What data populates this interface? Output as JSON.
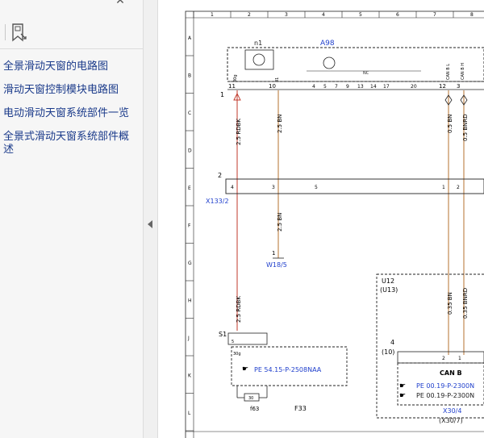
{
  "sidebar": {
    "close_glyph": "✕",
    "toolbar_icon": "bookmark-icon",
    "outline_items": [
      {
        "label": "全景滑动天窗的电路图"
      },
      {
        "label": "滑动天窗控制模块电路图"
      },
      {
        "label": "电动滑动天窗系统部件一览"
      },
      {
        "label": "全景式滑动天窗系统部件概述"
      }
    ]
  },
  "diagram": {
    "column_numbers": [
      "1",
      "2",
      "3",
      "4",
      "5",
      "6",
      "7",
      "8"
    ],
    "row_letters": [
      "A",
      "B",
      "C",
      "D",
      "E",
      "F",
      "G",
      "H",
      "J",
      "K",
      "L"
    ],
    "module_a98": "A98",
    "module_n1": "n1",
    "pin_labels": [
      "11",
      "10",
      "4",
      "5",
      "7",
      "9",
      "13",
      "14",
      "17",
      "20",
      "12",
      "3"
    ],
    "pin_tags": [
      "30g",
      "31"
    ],
    "can_tags": [
      "CAN B L",
      "CAN B H"
    ],
    "nc_label": "NC",
    "ref_1": "1",
    "ref_2": "2",
    "wire_rdbk": "2.5 RDBK",
    "wire_bn": "2.5 BN",
    "wire_bn2": "2.5 BN",
    "wire_rdbk2": "2.5 RDBK",
    "wire_can_bn": "0.5 BN",
    "wire_can_bnrd": "0.5 BNRD",
    "wire_can_bn2": "0.35 BN",
    "wire_can_bnrd2": "0.35 BNRD",
    "connector_x133": "X133/2",
    "conn_pins": [
      "4",
      "3",
      "5",
      "1",
      "2"
    ],
    "ground_w18": "W18/5",
    "ground_pin": "1",
    "u12": "U12",
    "u13": "(U13)",
    "s1": "S1",
    "s1_pins": [
      "5",
      "30g"
    ],
    "pe_f33": "PE 54.15-P-2508NAA",
    "fuse_label": "30",
    "f63": "f63",
    "f33": "F33",
    "node4": "4",
    "node10": "(10)",
    "can_b": "CAN B",
    "can_pins": [
      "2",
      "1"
    ],
    "pe_can1": "PE 00.19-P-2300N",
    "pe_can2": "PE 00.19-P-2300N",
    "x30_4": "X30/4",
    "x30_7": "(X30/7)",
    "colors": {
      "link": "#1f3fcc",
      "wire_brown": "#b5712f",
      "wire_red": "#c0392b",
      "line": "#222"
    }
  }
}
